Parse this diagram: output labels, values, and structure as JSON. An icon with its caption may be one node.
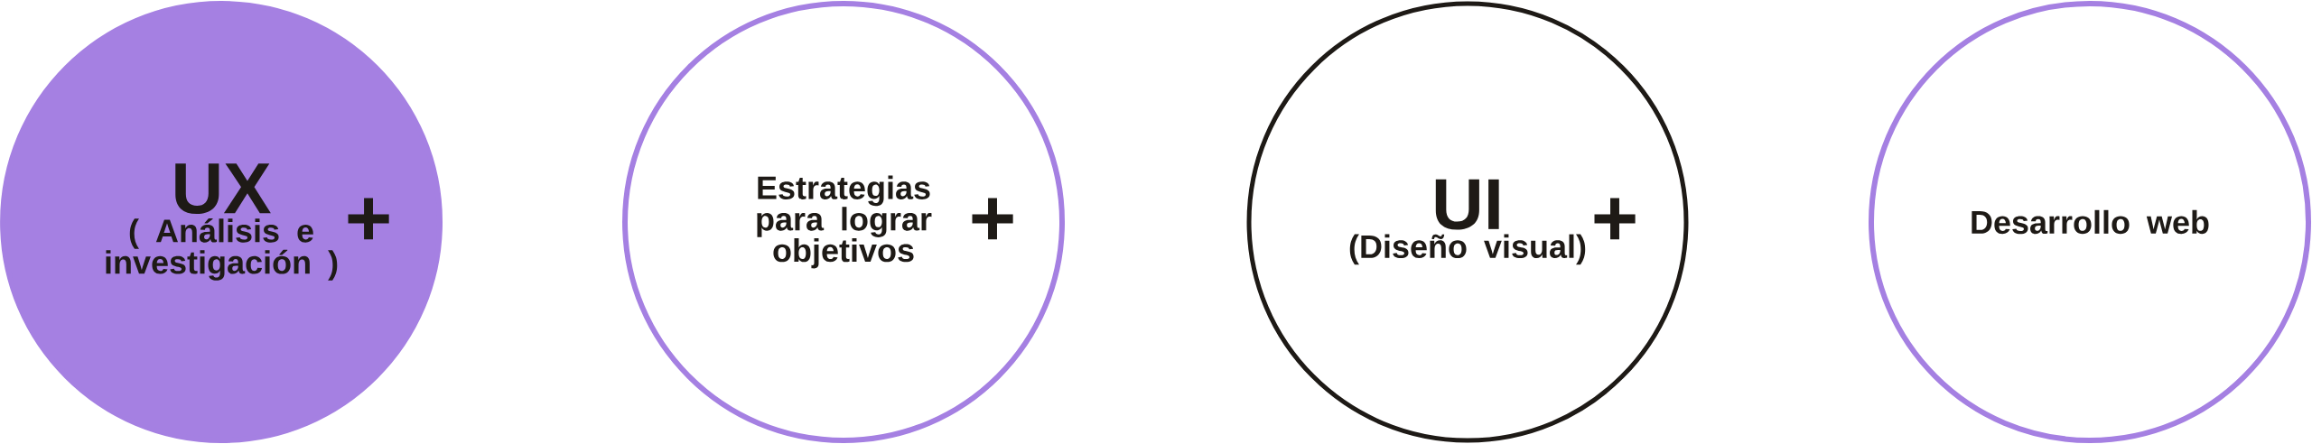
{
  "diagram": {
    "nodes": [
      {
        "text": [
          "UX",
          "( Análisis e investigación )"
        ]
      },
      {
        "text": [
          "Estrategias para lograr objetivos"
        ]
      },
      {
        "text": [
          "UI",
          "(Diseño visual)"
        ]
      },
      {
        "text": [
          "Desarrollo web"
        ]
      }
    ],
    "labels": [
      "+",
      "+",
      "+"
    ]
  }
}
